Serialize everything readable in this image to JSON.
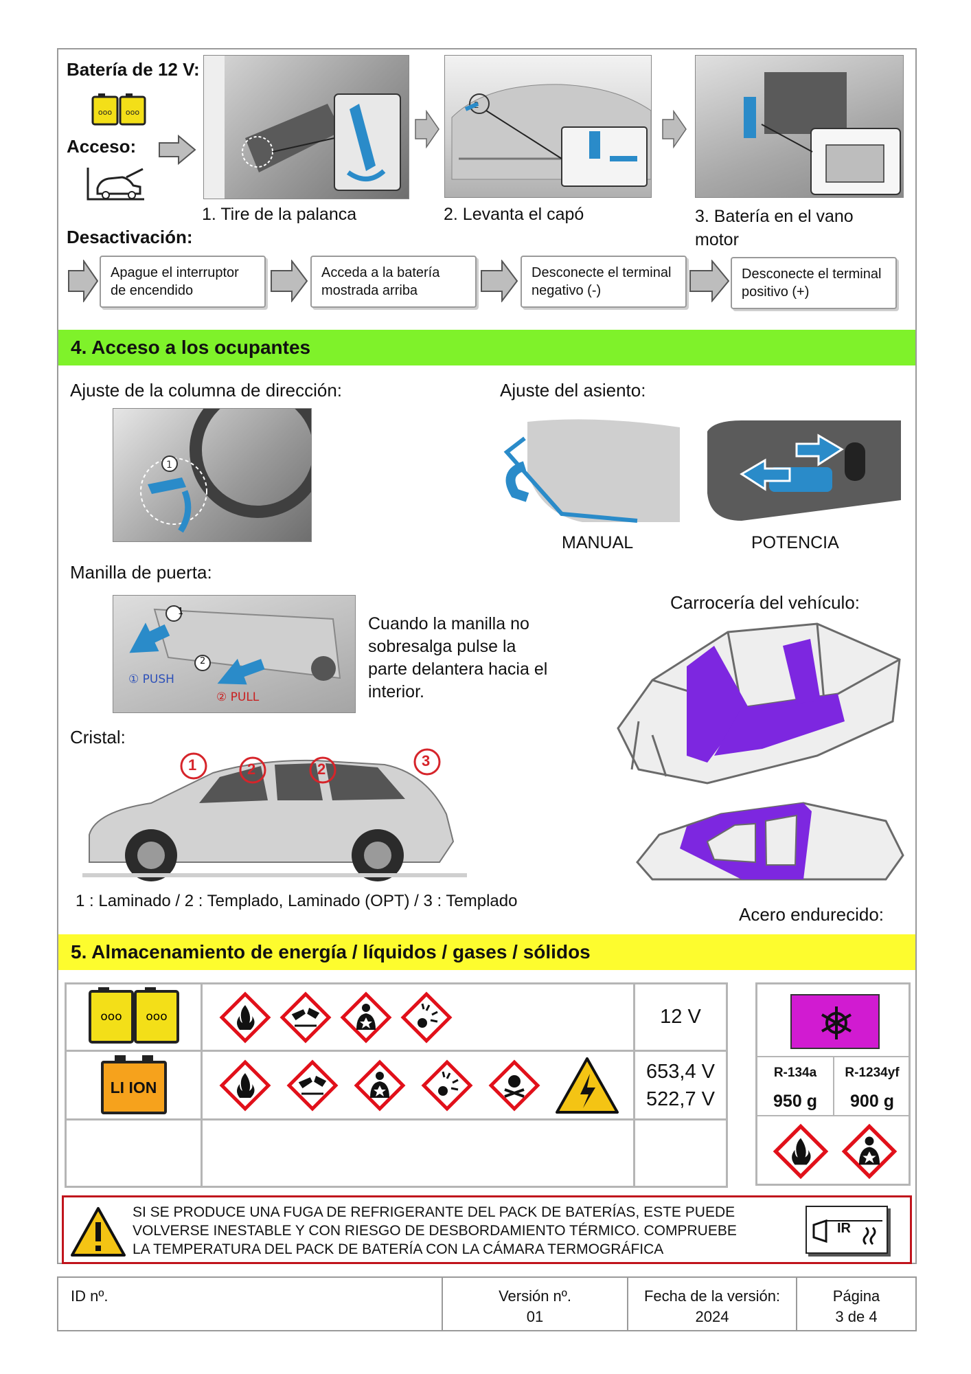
{
  "battery12v": {
    "title": "Batería de 12 V:",
    "access_label": "Acceso:",
    "deactivation_label": "Desactivación:",
    "steps": [
      {
        "caption": "1. Tire de la palanca"
      },
      {
        "caption": "2. Levanta el capó"
      },
      {
        "caption": "3. Batería en el vano motor"
      }
    ],
    "deactivation_steps": [
      "Apague el interruptor de encendido",
      "Acceda a la batería mostrada arriba",
      "Desconecte el terminal negativo (-)",
      "Desconecte el terminal positivo (+)"
    ]
  },
  "section4": {
    "title": "4. Acceso a los ocupantes",
    "steering_label": "Ajuste de la columna de dirección:",
    "seat_label": "Ajuste del asiento:",
    "seat_manual": "MANUAL",
    "seat_power": "POTENCIA",
    "door_handle_label": "Manilla de puerta:",
    "door_handle_note": "Cuando la manilla no sobresalga pulse la parte delantera hacia el interior.",
    "door_push": "① PUSH",
    "door_pull": "② PULL",
    "body_label": "Carrocería del vehículo:",
    "glass_label": "Cristal:",
    "glass_legend": "1 : Laminado / 2 : Templado, Laminado (OPT) / 3 : Templado",
    "hardened_steel_label": "Acero endurecido:",
    "glass_marks": [
      "1",
      "2",
      "2",
      "3"
    ]
  },
  "section5": {
    "title": "5. Almacenamiento de energía / líquidos / gases / sólidos",
    "rows": [
      {
        "source": "12V battery",
        "voltage": "12 V"
      },
      {
        "source": "LI ION",
        "voltage_lines": [
          "653,4 V",
          "522,7 V"
        ]
      }
    ],
    "refrigerant": {
      "types": [
        "R-134a",
        "R-1234yf"
      ],
      "amounts": [
        "950 g",
        "900 g"
      ]
    }
  },
  "warning": {
    "text": "SI SE PRODUCE UNA FUGA DE REFRIGERANTE DEL PACK DE BATERÍAS, ESTE PUEDE VOLVERSE INESTABLE Y CON RIESGO DE DESBORDAMIENTO TÉRMICO. COMPRUEBE LA TEMPERATURA DEL PACK DE BATERÍA CON LA CÁMARA TERMOGRÁFICA",
    "ir_label": "IR"
  },
  "footer": {
    "id_label": "ID nº.",
    "version_label": "Versión nº.",
    "version_value": "01",
    "date_label": "Fecha de la versión:",
    "date_value": "2024",
    "page_label": "Página",
    "page_value": "3 de 4"
  },
  "colors": {
    "section4_bar": "#7ff22a",
    "section5_bar": "#fdfc2e",
    "hardened_steel": "#7d27e0",
    "warning_red": "#c0141c",
    "ghs_red": "#e1101a",
    "battery_yellow": "#f3df18",
    "li_ion_orange": "#f6a21c",
    "ac_magenta": "#d11bd1"
  }
}
